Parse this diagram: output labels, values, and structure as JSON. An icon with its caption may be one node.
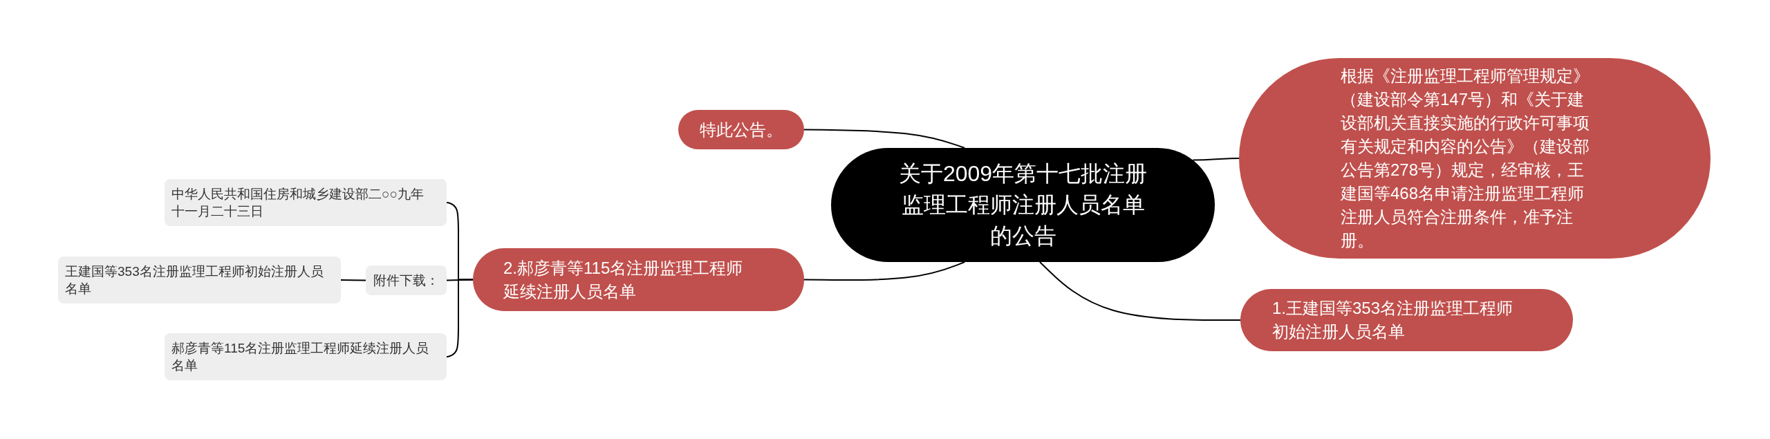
{
  "diagram": {
    "nodes": [
      {
        "text": [
          "关于2009年第十七批注册监理工程师注册人员名单的公告"
        ]
      },
      {
        "text": [
          "根据《注册监理工程师管理规定》（建设部令第147号）和《关于建设部机关直接实施的行政许可事项有关规定和内容的公告》（建设部公告第278号）规定，经审核，王建国等468名申请注册监理工程师注册人员符合注册条件，准予注册。"
        ]
      },
      {
        "text": [
          "1.王建国等353名注册监理工程师初始注册人员名单"
        ]
      },
      {
        "text": [
          "特此公告。"
        ]
      },
      {
        "text": [
          "2.郝彦青等115名注册监理工程师延续注册人员名单"
        ]
      },
      {
        "text": [
          "中华人民共和国住房和城乡建设部二○○九年十一月二十三日"
        ]
      },
      {
        "text": [
          "附件下载："
        ]
      },
      {
        "text": [
          "王建国等353名注册监理工程师初始注册人员名单"
        ]
      },
      {
        "text": [
          "郝彦青等115名注册监理工程师延续注册人员名单"
        ]
      }
    ],
    "edges": [
      {
        "from": 0,
        "to": 1,
        "arrow": "none"
      },
      {
        "from": 0,
        "to": 2,
        "arrow": "none"
      },
      {
        "from": 0,
        "to": 3,
        "arrow": "none"
      },
      {
        "from": 0,
        "to": 4,
        "arrow": "none"
      },
      {
        "from": 4,
        "to": 5,
        "arrow": "none"
      },
      {
        "from": 4,
        "to": 6,
        "arrow": "none"
      },
      {
        "from": 4,
        "to": 8,
        "arrow": "none"
      },
      {
        "from": 6,
        "to": 7,
        "arrow": "none"
      }
    ]
  }
}
